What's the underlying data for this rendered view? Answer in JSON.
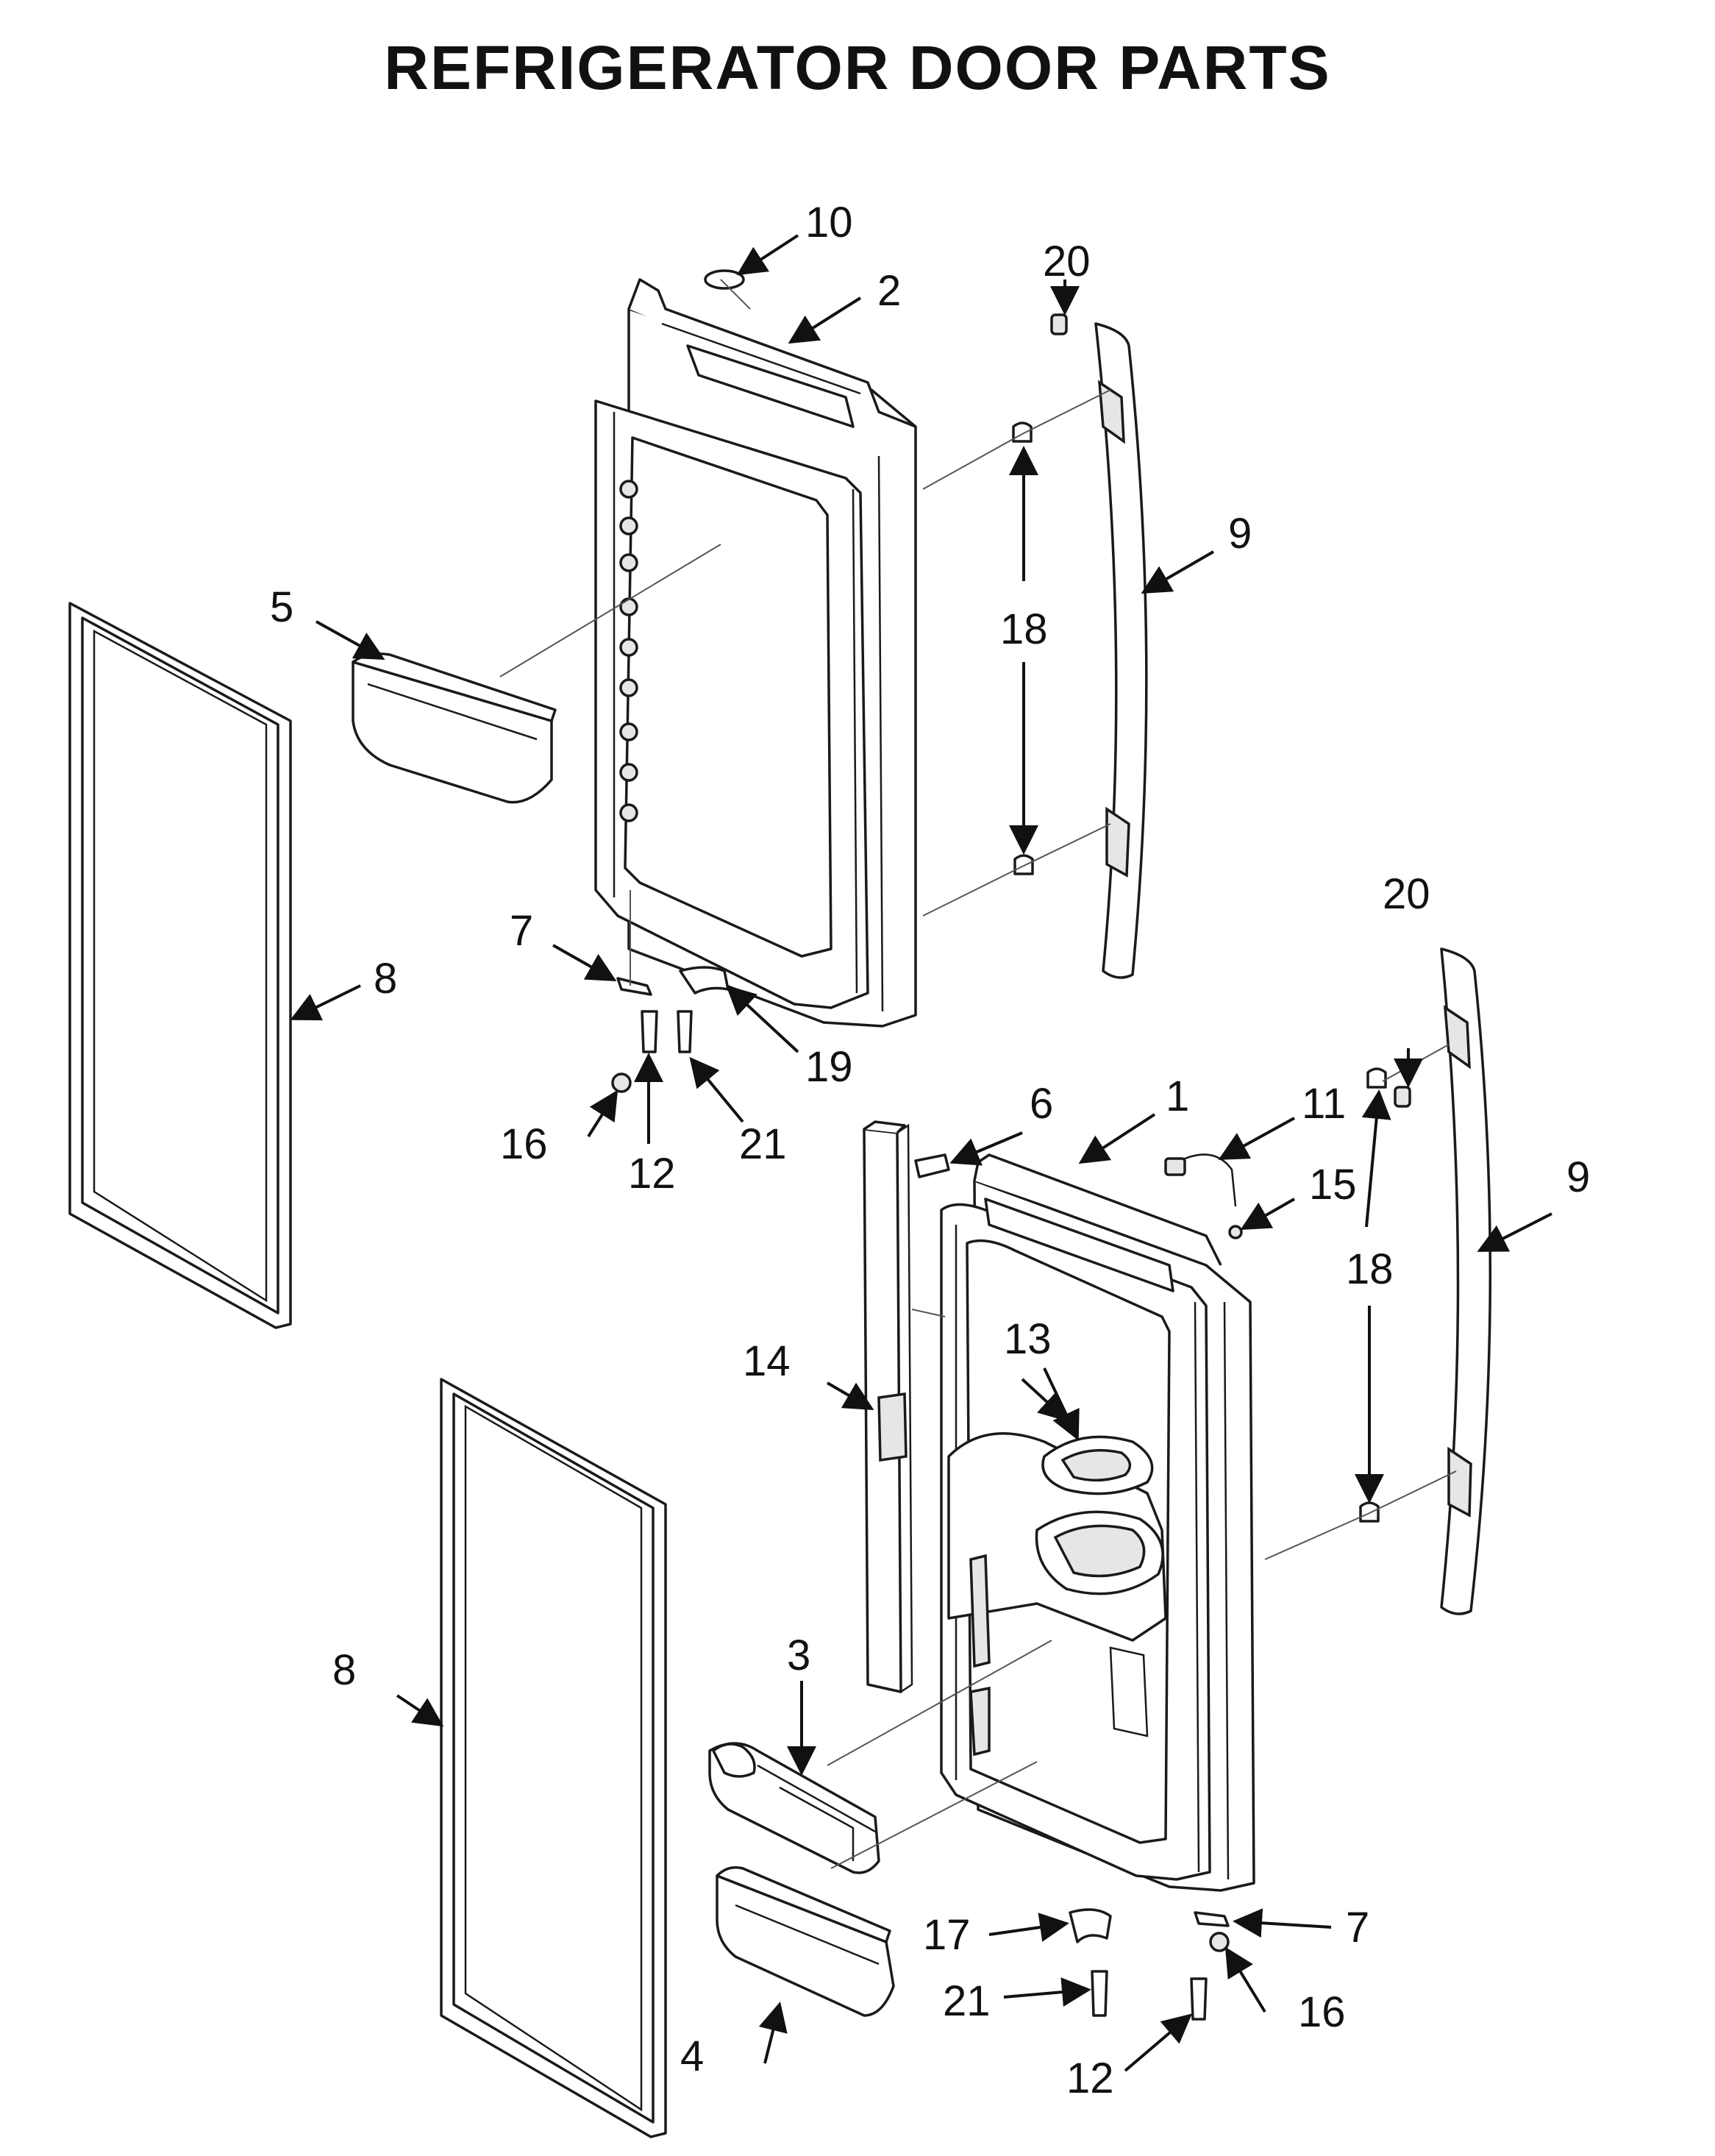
{
  "title": "REFRIGERATOR DOOR PARTS",
  "callouts": {
    "c1": "1",
    "c2": "2",
    "c3": "3",
    "c4": "4",
    "c5": "5",
    "c6": "6",
    "c7a": "7",
    "c7b": "7",
    "c8a": "8",
    "c8b": "8",
    "c9a": "9",
    "c9b": "9",
    "c10": "10",
    "c11": "11",
    "c12a": "12",
    "c12b": "12",
    "c13": "13",
    "c14": "14",
    "c15": "15",
    "c16a": "16",
    "c16b": "16",
    "c17": "17",
    "c18a": "18",
    "c18b": "18",
    "c19": "19",
    "c20a": "20",
    "c20b": "20",
    "c21a": "21",
    "c21b": "21"
  }
}
